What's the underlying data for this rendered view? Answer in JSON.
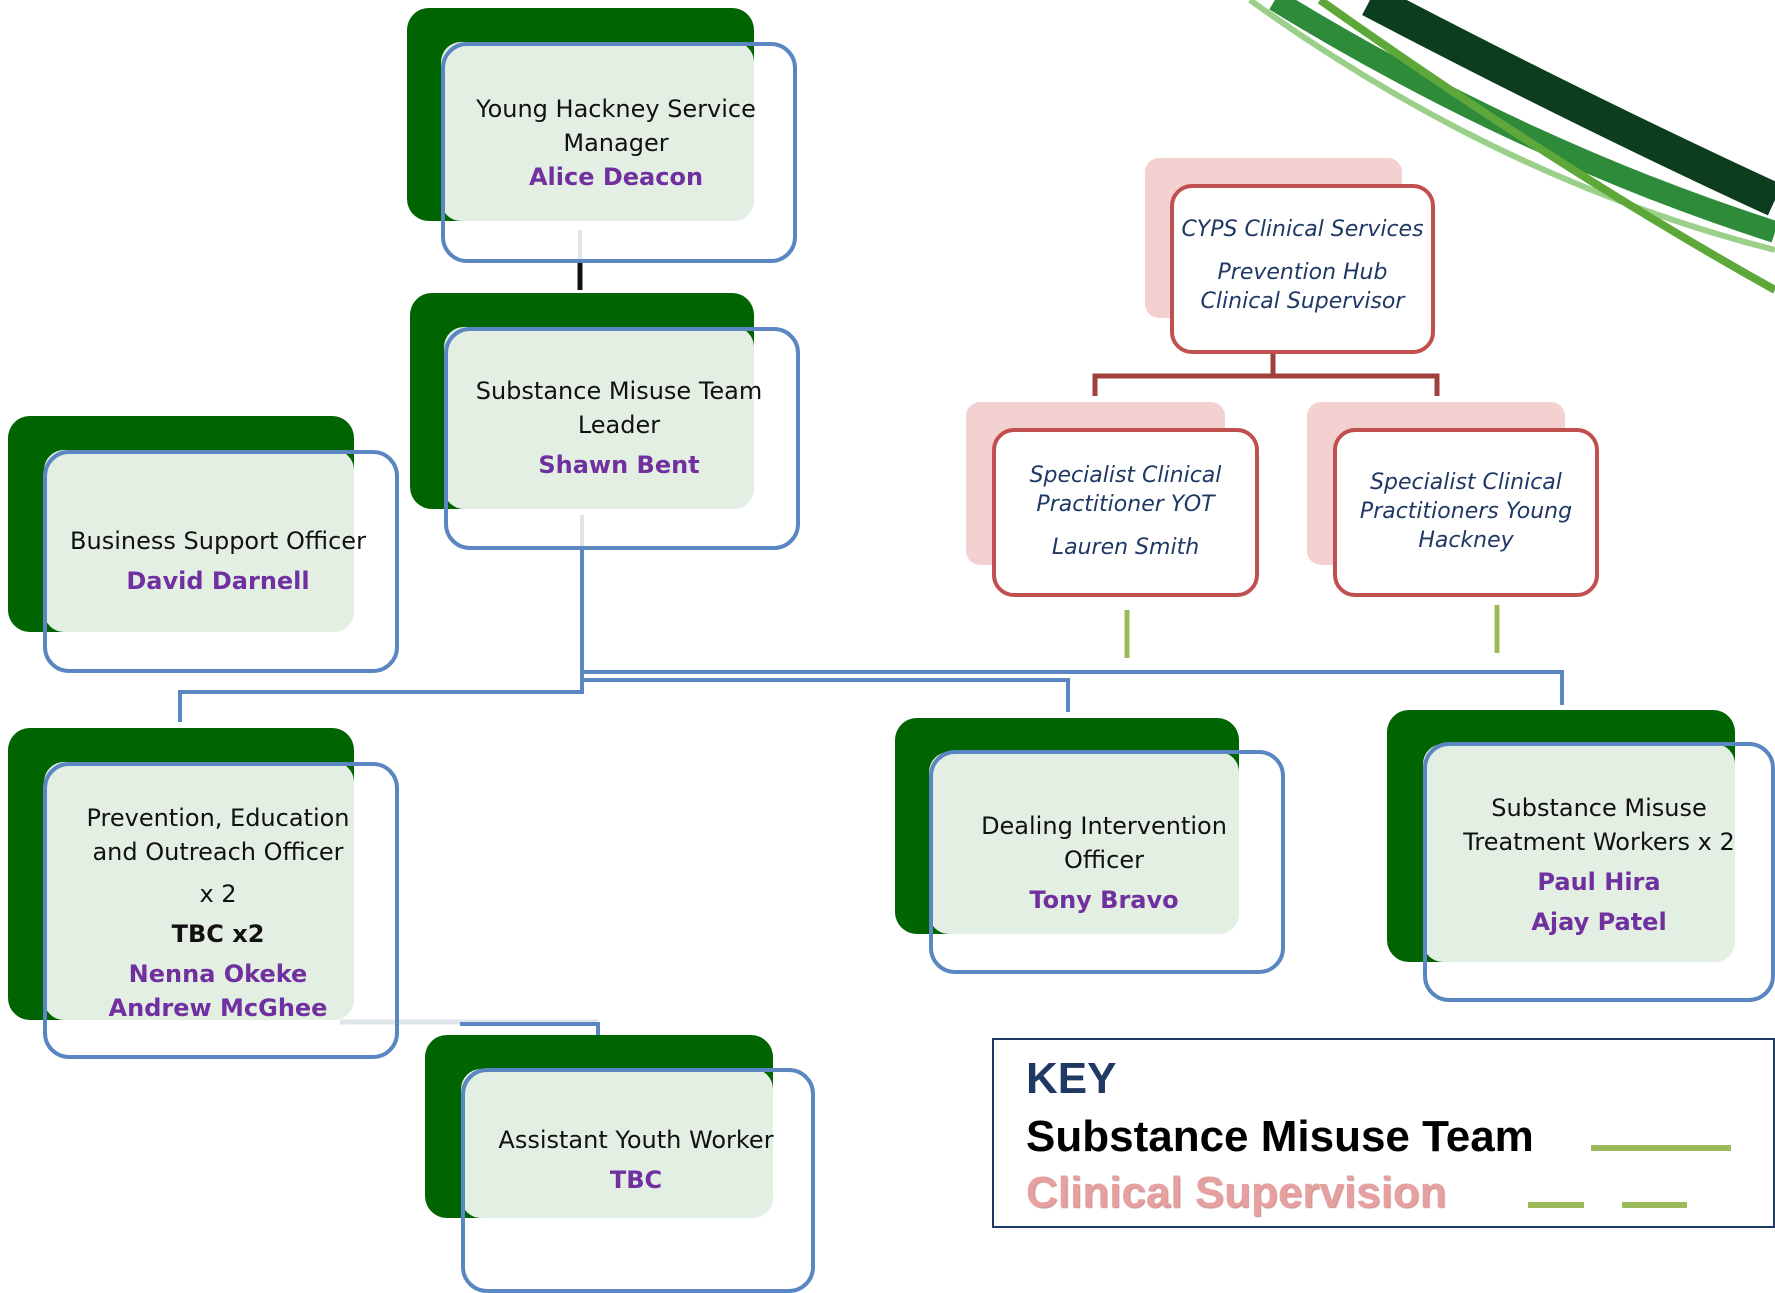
{
  "colors": {
    "team_line": "#5a86c2",
    "clinical_line": "#a0403d",
    "key_green": "#9bbb59",
    "name_purple": "#7030a0",
    "card_back": "#006400",
    "card_border": "#5a86c2",
    "clinical_border": "#c0504d"
  },
  "cards": {
    "service_manager": {
      "role_line1": "Young Hackney Service",
      "role_line2": "Manager",
      "name": "Alice Deacon"
    },
    "team_leader": {
      "role_line1": "Substance Misuse  Team",
      "role_line2": "Leader",
      "name": "Shawn Bent"
    },
    "business_support": {
      "role_line1": "Business Support Officer",
      "name": "David Darnell"
    },
    "prevention_officer": {
      "role_line1": "Prevention, Education",
      "role_line2": "and Outreach Officer",
      "count": "x 2",
      "tbc": "TBC x2",
      "name1": "Nenna Okeke",
      "name2": "Andrew McGhee"
    },
    "dealing_officer": {
      "role_line1": "Dealing Intervention",
      "role_line2": "Officer",
      "name": "Tony Bravo"
    },
    "treatment_workers": {
      "role_line1": "Substance Misuse",
      "role_line2": "Treatment Workers x 2",
      "name1": "Paul Hira",
      "name2": "Ajay Patel"
    },
    "assistant_youth": {
      "role_line1": "Assistant Youth Worker",
      "name": "TBC"
    }
  },
  "clinical": {
    "supervisor": {
      "line1": "CYPS Clinical  Services",
      "line2": "Prevention  Hub",
      "line3": "Clinical  Supervisor"
    },
    "yot": {
      "line1": "Specialist Clinical",
      "line2": "Practitioner  YOT",
      "line3": "Lauren Smith"
    },
    "young_hackney": {
      "line1": "Specialist Clinical",
      "line2": "Practitioners  Young",
      "line3": "Hackney"
    }
  },
  "key": {
    "title": "KEY",
    "team_label": "Substance Misuse Team",
    "clinical_label": "Clinical Supervision"
  }
}
